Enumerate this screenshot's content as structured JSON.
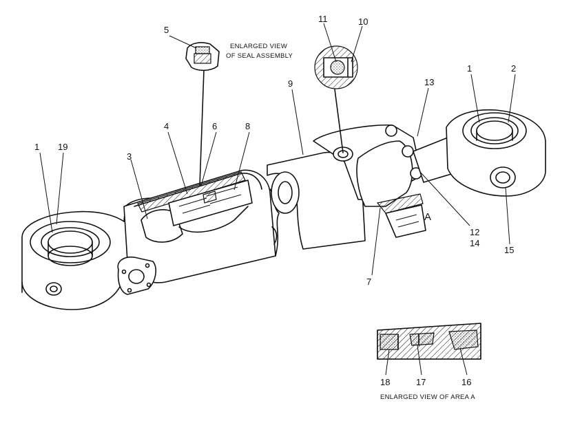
{
  "callouts": {
    "n1_left": "1",
    "n19": "19",
    "n3": "3",
    "n4": "4",
    "n5": "5",
    "n6": "6",
    "n8": "8",
    "n9": "9",
    "n11": "11",
    "n10": "10",
    "n13": "13",
    "n1_right": "1",
    "n2": "2",
    "n7": "7",
    "n12": "12",
    "n14": "14",
    "n15": "15",
    "nA": "A",
    "n18": "18",
    "n17": "17",
    "n16": "16"
  },
  "captions": {
    "seal_line1": "ENLARGED VIEW",
    "seal_line2": "OF SEAL ASSEMBLY",
    "area_a": "ENLARGED VIEW OF AREA  A"
  },
  "colors": {
    "ink": "#111111",
    "paper": "#ffffff"
  }
}
